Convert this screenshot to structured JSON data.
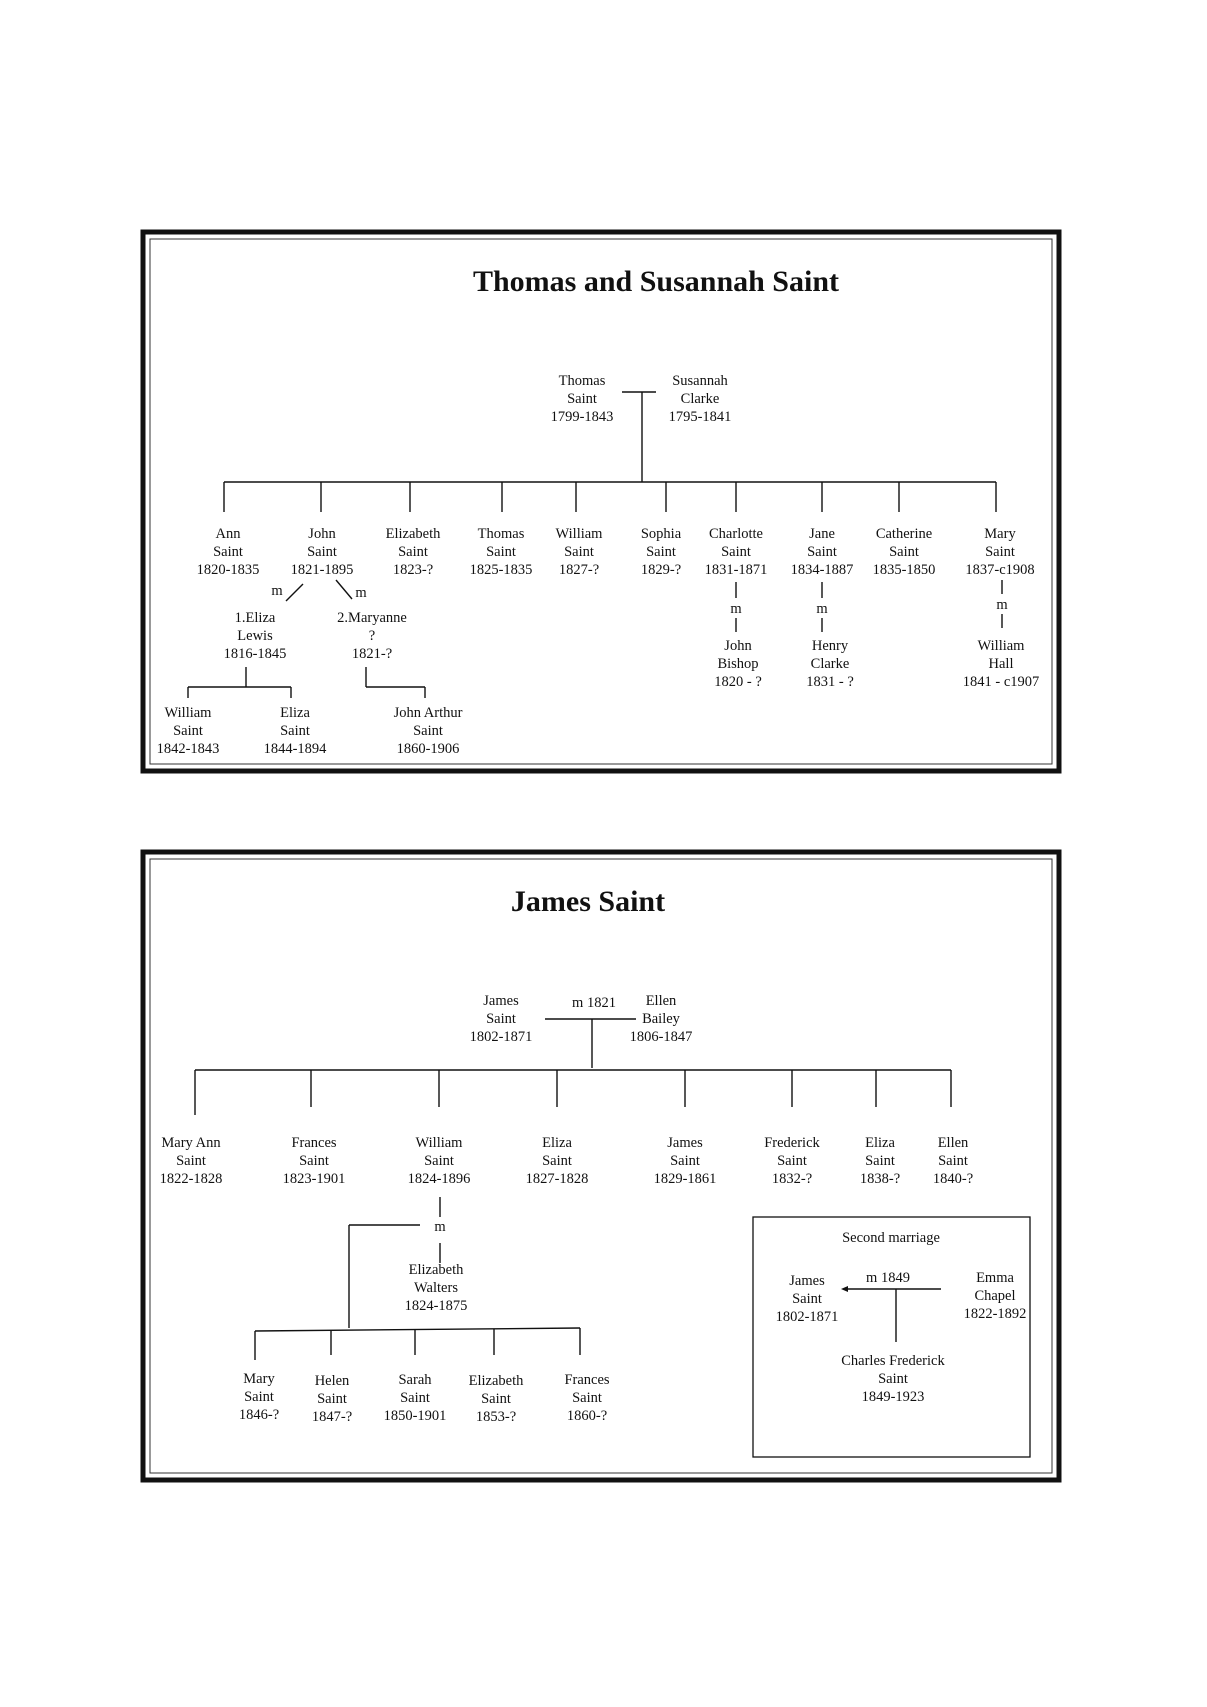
{
  "chart1": {
    "title": "Thomas and Susannah Saint",
    "people": {
      "thomas": [
        "Thomas",
        "Saint",
        "1799-1843"
      ],
      "susannah": [
        "Susannah",
        "Clarke",
        "1795-1841"
      ],
      "ann": [
        "Ann",
        "Saint",
        "1820-1835"
      ],
      "john": [
        "John",
        "Saint",
        "1821-1895"
      ],
      "elizabeth": [
        "Elizabeth",
        "Saint",
        "1823-?"
      ],
      "thomas2": [
        "Thomas",
        "Saint",
        "1825-1835"
      ],
      "william": [
        "William",
        "Saint",
        "1827-?"
      ],
      "sophia": [
        "Sophia",
        "Saint",
        "1829-?"
      ],
      "charlotte": [
        "Charlotte",
        "Saint",
        "1831-1871"
      ],
      "jane": [
        "Jane",
        "Saint",
        "1834-1887"
      ],
      "catherine": [
        "Catherine",
        "Saint",
        "1835-1850"
      ],
      "mary": [
        "Mary",
        "Saint",
        "1837-c1908"
      ],
      "eliza_lewis": [
        "1.Eliza",
        "Lewis",
        "1816-1845"
      ],
      "maryanne": [
        "2.Maryanne",
        "?",
        "1821-?"
      ],
      "john_bishop": [
        "John",
        "Bishop",
        "1820 - ?"
      ],
      "henry_clarke": [
        "Henry",
        "Clarke",
        "1831 - ?"
      ],
      "william_hall": [
        "William",
        "Hall",
        "1841 - c1907"
      ],
      "william_saint": [
        "William",
        "Saint",
        "1842-1843"
      ],
      "eliza_saint": [
        "Eliza",
        "Saint",
        "1844-1894"
      ],
      "john_arthur": [
        "John Arthur",
        "Saint",
        "1860-1906"
      ]
    },
    "marks": {
      "m": "m"
    }
  },
  "chart2": {
    "title": "James Saint",
    "people": {
      "james": [
        "James",
        "Saint",
        "1802-1871"
      ],
      "ellen_bailey": [
        "Ellen",
        "Bailey",
        "1806-1847"
      ],
      "mary_ann": [
        "Mary Ann",
        "Saint",
        "1822-1828"
      ],
      "frances": [
        "Frances",
        "Saint",
        "1823-1901"
      ],
      "william": [
        "William",
        "Saint",
        "1824-1896"
      ],
      "eliza": [
        "Eliza",
        "Saint",
        "1827-1828"
      ],
      "james2": [
        "James",
        "Saint",
        "1829-1861"
      ],
      "frederick": [
        "Frederick",
        "Saint",
        "1832-?"
      ],
      "eliza2": [
        "Eliza",
        "Saint",
        "1838-?"
      ],
      "ellen": [
        "Ellen",
        "Saint",
        "1840-?"
      ],
      "elizabeth_walters": [
        "Elizabeth",
        "Walters",
        "1824-1875"
      ],
      "mary": [
        "Mary",
        "Saint",
        "1846-?"
      ],
      "helen": [
        "Helen",
        "Saint",
        "1847-?"
      ],
      "sarah": [
        "Sarah",
        "Saint",
        "1850-1901"
      ],
      "elizabeth": [
        "Elizabeth",
        "Saint",
        "1853-?"
      ],
      "frances2": [
        "Frances",
        "Saint",
        "1860-?"
      ],
      "james_b": [
        "James",
        "Saint",
        "1802-1871"
      ],
      "emma": [
        "Emma",
        "Chapel",
        "1822-1892"
      ],
      "charles": [
        "Charles Frederick",
        "Saint",
        "1849-1923"
      ]
    },
    "marriage1": "m 1821",
    "marriage2": "m 1849",
    "william_mark": "m",
    "second_marriage_title": "Second marriage"
  }
}
